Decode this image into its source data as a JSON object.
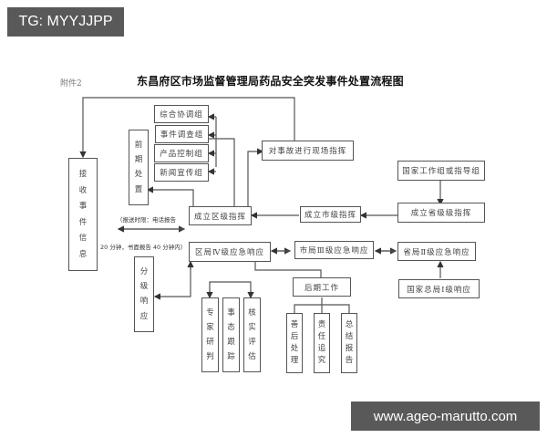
{
  "watermarks": {
    "top_left": "TG: MYYJJPP",
    "bottom_right": "www.ageo-marutto.com"
  },
  "document": {
    "attachment_label": "附件2",
    "title": "东昌府区市场监督管理局药品安全突发事件处置流程图"
  },
  "nodes": {
    "receive_info": [
      "接",
      "收",
      "事",
      "件",
      "信",
      "息"
    ],
    "early_handling": [
      "前",
      "期",
      "处",
      "置"
    ],
    "group_coord": "综合协调组",
    "group_investigate": "事件调查组",
    "group_product": "产品控制组",
    "group_news": "新闻宣传组",
    "onsite_command": "对事故进行现场指挥",
    "national_group": "国家工作组或指导组",
    "district_command": "成立区级指挥",
    "city_command": "成立市级指挥",
    "province_command": "成立省级级指挥",
    "district_iv": "区局Ⅳ级应急响应",
    "city_iii": "市局Ⅲ级应急响应",
    "province_ii": "省局Ⅱ级应急响应",
    "national_i": "国家总局Ⅰ级响应",
    "graded_response": [
      "分",
      "级",
      "响",
      "应"
    ],
    "aftermath_work": "后期工作",
    "expert_judge": [
      "专",
      "家",
      "研",
      "判"
    ],
    "situation_track": [
      "事",
      "态",
      "跟",
      "踪"
    ],
    "verify_assess": [
      "核",
      "实",
      "评",
      "估"
    ],
    "aftermath_handle": [
      "善",
      "后",
      "处",
      "理"
    ],
    "accountability": [
      "责",
      "任",
      "追",
      "究"
    ],
    "summary_report": [
      "总",
      "结",
      "报",
      "告"
    ]
  },
  "notes": {
    "report_limit_line1": "（报送时限：电话报告",
    "report_limit_line2": "20 分钟，书面报告 40 分钟内）"
  }
}
